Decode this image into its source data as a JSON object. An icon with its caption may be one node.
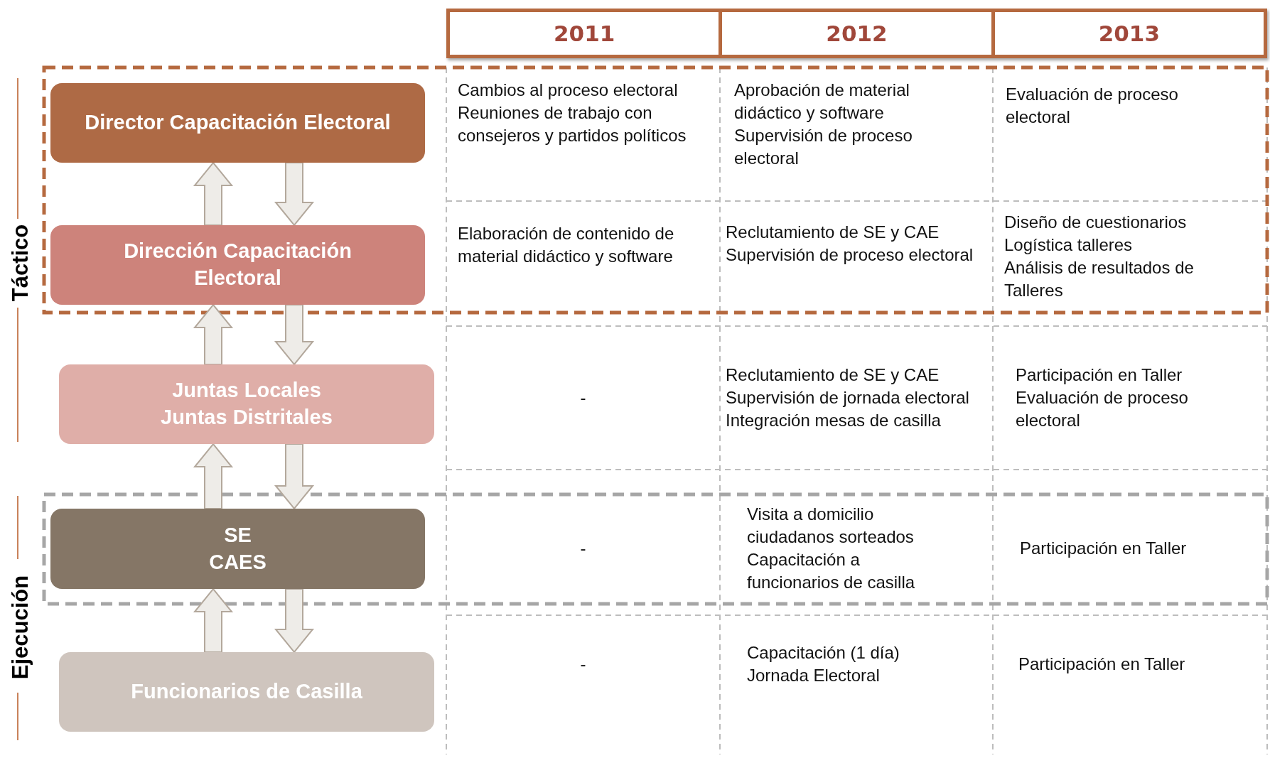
{
  "diagram": {
    "nodes": [
      {
        "text": [
          "Director Capacitación Electoral"
        ]
      },
      {
        "text": [
          "Dirección Capacitación Electoral"
        ]
      },
      {
        "text": [
          "Juntas Locales Juntas Distritales"
        ]
      },
      {
        "text": [
          "SE CAES"
        ]
      },
      {
        "text": [
          "Funcionarios de Casilla"
        ]
      }
    ],
    "edges": [
      {
        "from": 1,
        "to": 0,
        "arrow": "to"
      },
      {
        "from": 0,
        "to": 1,
        "arrow": "to"
      },
      {
        "from": 2,
        "to": 1,
        "arrow": "to"
      },
      {
        "from": 1,
        "to": 2,
        "arrow": "to"
      },
      {
        "from": 3,
        "to": 2,
        "arrow": "to"
      },
      {
        "from": 2,
        "to": 3,
        "arrow": "to"
      },
      {
        "from": 4,
        "to": 3,
        "arrow": "to"
      },
      {
        "from": 3,
        "to": 4,
        "arrow": "to"
      }
    ],
    "labels": [
      "2011",
      "2012",
      "2013",
      "Cambios al proceso electoral",
      "Reuniones de trabajo con consejeros y partidos políticos",
      "Aprobación de material didáctico y software",
      "Supervisión de proceso electoral",
      "Evaluación de proceso electoral",
      "Elaboración de contenido de material didáctico y software",
      "Reclutamiento de SE y CAE",
      "Supervisión de proceso electoral",
      "Diseño de cuestionarios",
      "Logística talleres",
      "Análisis de resultados de Talleres",
      "-",
      "Reclutamiento de SE y CAE",
      "Supervisión de jornada electoral",
      "Integración mesas de casilla",
      "Participación en Taller",
      "Evaluación de proceso electoral",
      "-",
      "Visita a domicilio ciudadanos sorteados",
      "Capacitación a funcionarios de casilla",
      "Participación en Taller",
      "-",
      "Capacitación (1 día)",
      "Jornada Electoral",
      "Participación en Taller",
      "Táctico",
      "Ejecución"
    ]
  }
}
